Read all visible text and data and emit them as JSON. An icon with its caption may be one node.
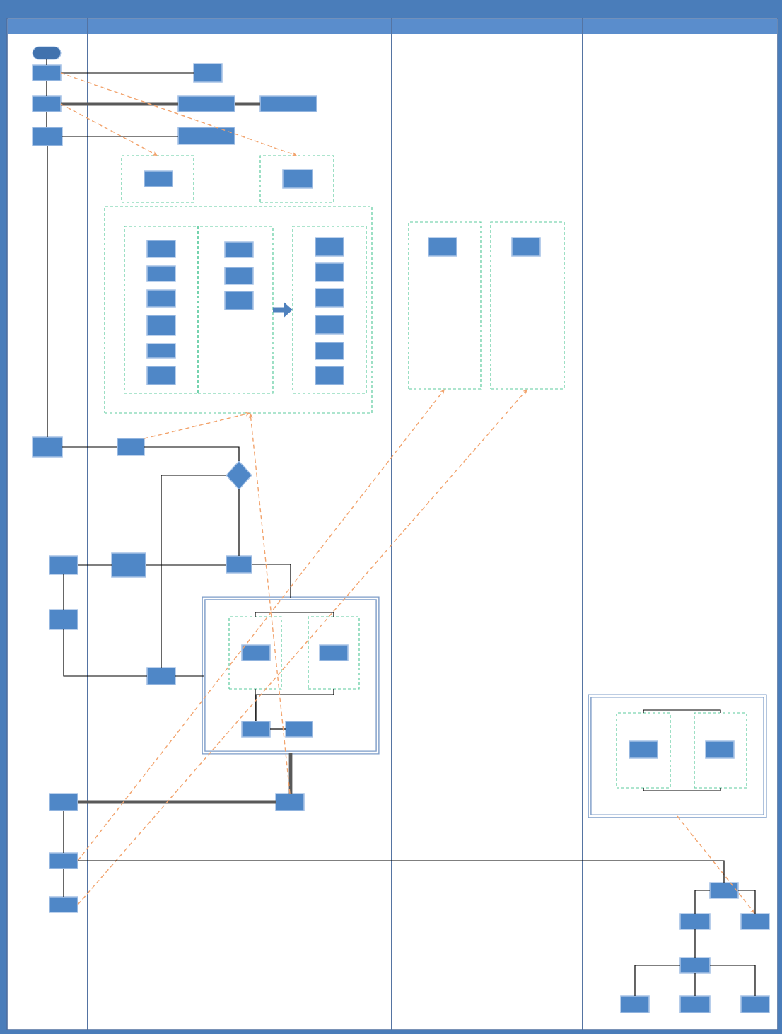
{
  "diagram": {
    "nodes": [
      {
        "text": [],
        "shape": "band"
      },
      {
        "text": [],
        "shape": "oval",
        "in": 0
      },
      {
        "text": [],
        "shape": "box",
        "in": 0
      },
      {
        "text": [],
        "shape": "box",
        "in": 0
      },
      {
        "text": [],
        "shape": "box",
        "in": 0
      },
      {
        "text": [],
        "shape": "box",
        "in": 0
      },
      {
        "text": [],
        "shape": "box",
        "in": 0
      },
      {
        "text": [],
        "shape": "box",
        "in": 0
      },
      {
        "text": [],
        "shape": "box",
        "in": 0
      },
      {
        "text": [],
        "shape": "box",
        "in": 0
      },
      {
        "text": [],
        "shape": "box",
        "in": 0
      },
      {
        "text": [],
        "shape": "band"
      },
      {
        "text": [],
        "shape": "box",
        "in": 11
      },
      {
        "text": [],
        "shape": "box",
        "in": 11
      },
      {
        "text": [],
        "shape": "box",
        "in": 11
      },
      {
        "text": [],
        "shape": "box",
        "in": 11
      },
      {
        "text": [],
        "shape": "box",
        "in": 11
      },
      {
        "text": [],
        "shape": "box",
        "in": 16
      },
      {
        "text": [],
        "shape": "box",
        "in": 11
      },
      {
        "text": [],
        "shape": "box",
        "in": 18
      },
      {
        "text": [],
        "shape": "box",
        "in": 11
      },
      {
        "text": [],
        "shape": "box",
        "in": 20
      },
      {
        "text": [],
        "shape": "box",
        "in": 21
      },
      {
        "text": [],
        "shape": "box",
        "in": 21
      },
      {
        "text": [],
        "shape": "box",
        "in": 21
      },
      {
        "text": [],
        "shape": "box",
        "in": 21
      },
      {
        "text": [],
        "shape": "box",
        "in": 21
      },
      {
        "text": [],
        "shape": "box",
        "in": 21
      },
      {
        "text": [],
        "shape": "box",
        "in": 20
      },
      {
        "text": [],
        "shape": "box",
        "in": 28
      },
      {
        "text": [],
        "shape": "box",
        "in": 28
      },
      {
        "text": [],
        "shape": "box",
        "in": 28
      },
      {
        "text": [],
        "shape": "box",
        "in": 20
      },
      {
        "text": [],
        "shape": "box",
        "in": 32
      },
      {
        "text": [],
        "shape": "box",
        "in": 32
      },
      {
        "text": [],
        "shape": "box",
        "in": 32
      },
      {
        "text": [],
        "shape": "box",
        "in": 32
      },
      {
        "text": [],
        "shape": "box",
        "in": 32
      },
      {
        "text": [],
        "shape": "box",
        "in": 32
      },
      {
        "text": [],
        "shape": "box",
        "in": 11
      },
      {
        "text": [],
        "shape": "diamond",
        "in": 11
      },
      {
        "text": [],
        "shape": "box",
        "in": 11
      },
      {
        "text": [],
        "shape": "box",
        "in": 11
      },
      {
        "text": [],
        "shape": "box",
        "in": 11
      },
      {
        "text": [],
        "shape": "box",
        "in": 11
      },
      {
        "text": [],
        "shape": "box",
        "in": 44
      },
      {
        "text": [],
        "shape": "box",
        "in": 45
      },
      {
        "text": [],
        "shape": "box",
        "in": 44
      },
      {
        "text": [],
        "shape": "box",
        "in": 47
      },
      {
        "text": [],
        "shape": "box",
        "in": 44
      },
      {
        "text": [],
        "shape": "box",
        "in": 44
      },
      {
        "text": [],
        "shape": "box",
        "in": 11
      },
      {
        "text": [],
        "shape": "band"
      },
      {
        "text": [],
        "shape": "box",
        "in": 52
      },
      {
        "text": [],
        "shape": "box",
        "in": 53
      },
      {
        "text": [],
        "shape": "box",
        "in": 52
      },
      {
        "text": [],
        "shape": "box",
        "in": 55
      },
      {
        "text": [],
        "shape": "band"
      },
      {
        "text": [],
        "shape": "box",
        "in": 57
      },
      {
        "text": [],
        "shape": "box",
        "in": 58
      },
      {
        "text": [],
        "shape": "box",
        "in": 59
      },
      {
        "text": [],
        "shape": "box",
        "in": 58
      },
      {
        "text": [],
        "shape": "box",
        "in": 61
      },
      {
        "text": [],
        "shape": "box",
        "in": 57
      },
      {
        "text": [],
        "shape": "box",
        "in": 57
      },
      {
        "text": [],
        "shape": "box",
        "in": 57
      },
      {
        "text": [],
        "shape": "box",
        "in": 57
      },
      {
        "text": [],
        "shape": "box",
        "in": 57
      },
      {
        "text": [],
        "shape": "box",
        "in": 57
      },
      {
        "text": [],
        "shape": "box",
        "in": 57
      }
    ],
    "edges": [
      {
        "from": 1,
        "to": 2,
        "arrow": "none"
      },
      {
        "from": 2,
        "to": 3,
        "arrow": "none"
      },
      {
        "from": 3,
        "to": 4,
        "arrow": "none"
      },
      {
        "from": 4,
        "to": 5,
        "arrow": "none"
      },
      {
        "from": 2,
        "to": 12,
        "arrow": "none"
      },
      {
        "from": 3,
        "to": 13,
        "arrow": "none",
        "style": "thick",
        "color": "#595959"
      },
      {
        "from": 13,
        "to": 14,
        "arrow": "none",
        "style": "thick",
        "color": "#595959"
      },
      {
        "from": 4,
        "to": 15,
        "arrow": "none"
      },
      {
        "from": 2,
        "to": 18,
        "arrow": "to",
        "style": "dashed",
        "color": "#f2a46e"
      },
      {
        "from": 3,
        "to": 16,
        "arrow": "to",
        "style": "dashed",
        "color": "#f2a46e"
      },
      {
        "from": 28,
        "to": 32,
        "arrow": "to",
        "style": "thick",
        "color": "#4f81bd"
      },
      {
        "from": 5,
        "to": 39,
        "arrow": "none"
      },
      {
        "from": 39,
        "to": 40,
        "arrow": "none"
      },
      {
        "from": 40,
        "to": 43,
        "arrow": "none"
      },
      {
        "from": 40,
        "to": 42,
        "arrow": "none"
      },
      {
        "from": 6,
        "to": 41,
        "arrow": "none"
      },
      {
        "from": 41,
        "to": 42,
        "arrow": "none"
      },
      {
        "from": 6,
        "to": 7,
        "arrow": "none"
      },
      {
        "from": 7,
        "to": 43,
        "arrow": "none"
      },
      {
        "from": 43,
        "to": 44,
        "arrow": "none"
      },
      {
        "from": 42,
        "to": 44,
        "arrow": "none"
      },
      {
        "from": 45,
        "to": 47,
        "arrow": "none"
      },
      {
        "from": 45,
        "to": 49,
        "arrow": "none"
      },
      {
        "from": 47,
        "to": 49,
        "arrow": "none"
      },
      {
        "from": 49,
        "to": 50,
        "arrow": "none"
      },
      {
        "from": 44,
        "to": 51,
        "arrow": "none",
        "style": "thick",
        "color": "#595959"
      },
      {
        "from": 8,
        "to": 51,
        "arrow": "none",
        "style": "thick",
        "color": "#595959"
      },
      {
        "from": 39,
        "to": 20,
        "arrow": "to",
        "style": "dashed",
        "color": "#f2a46e"
      },
      {
        "from": 51,
        "to": 20,
        "arrow": "to",
        "style": "dashed",
        "color": "#f2a46e"
      },
      {
        "from": 8,
        "to": 9,
        "arrow": "none"
      },
      {
        "from": 9,
        "to": 10,
        "arrow": "none"
      },
      {
        "from": 9,
        "to": 53,
        "arrow": "to",
        "style": "dashed",
        "color": "#f2a46e"
      },
      {
        "from": 10,
        "to": 55,
        "arrow": "to",
        "style": "dashed",
        "color": "#f2a46e"
      },
      {
        "from": 59,
        "to": 61,
        "arrow": "none"
      },
      {
        "from": 59,
        "to": 61,
        "arrow": "none"
      },
      {
        "from": 58,
        "to": 64,
        "arrow": "to",
        "style": "dashed",
        "color": "#f2a46e"
      },
      {
        "from": 9,
        "to": 63,
        "arrow": "none"
      },
      {
        "from": 63,
        "to": 65,
        "arrow": "none"
      },
      {
        "from": 63,
        "to": 64,
        "arrow": "none"
      },
      {
        "from": 65,
        "to": 66,
        "arrow": "none"
      },
      {
        "from": 66,
        "to": 67,
        "arrow": "none"
      },
      {
        "from": 66,
        "to": 68,
        "arrow": "none"
      },
      {
        "from": 66,
        "to": 69,
        "arrow": "none"
      }
    ]
  }
}
